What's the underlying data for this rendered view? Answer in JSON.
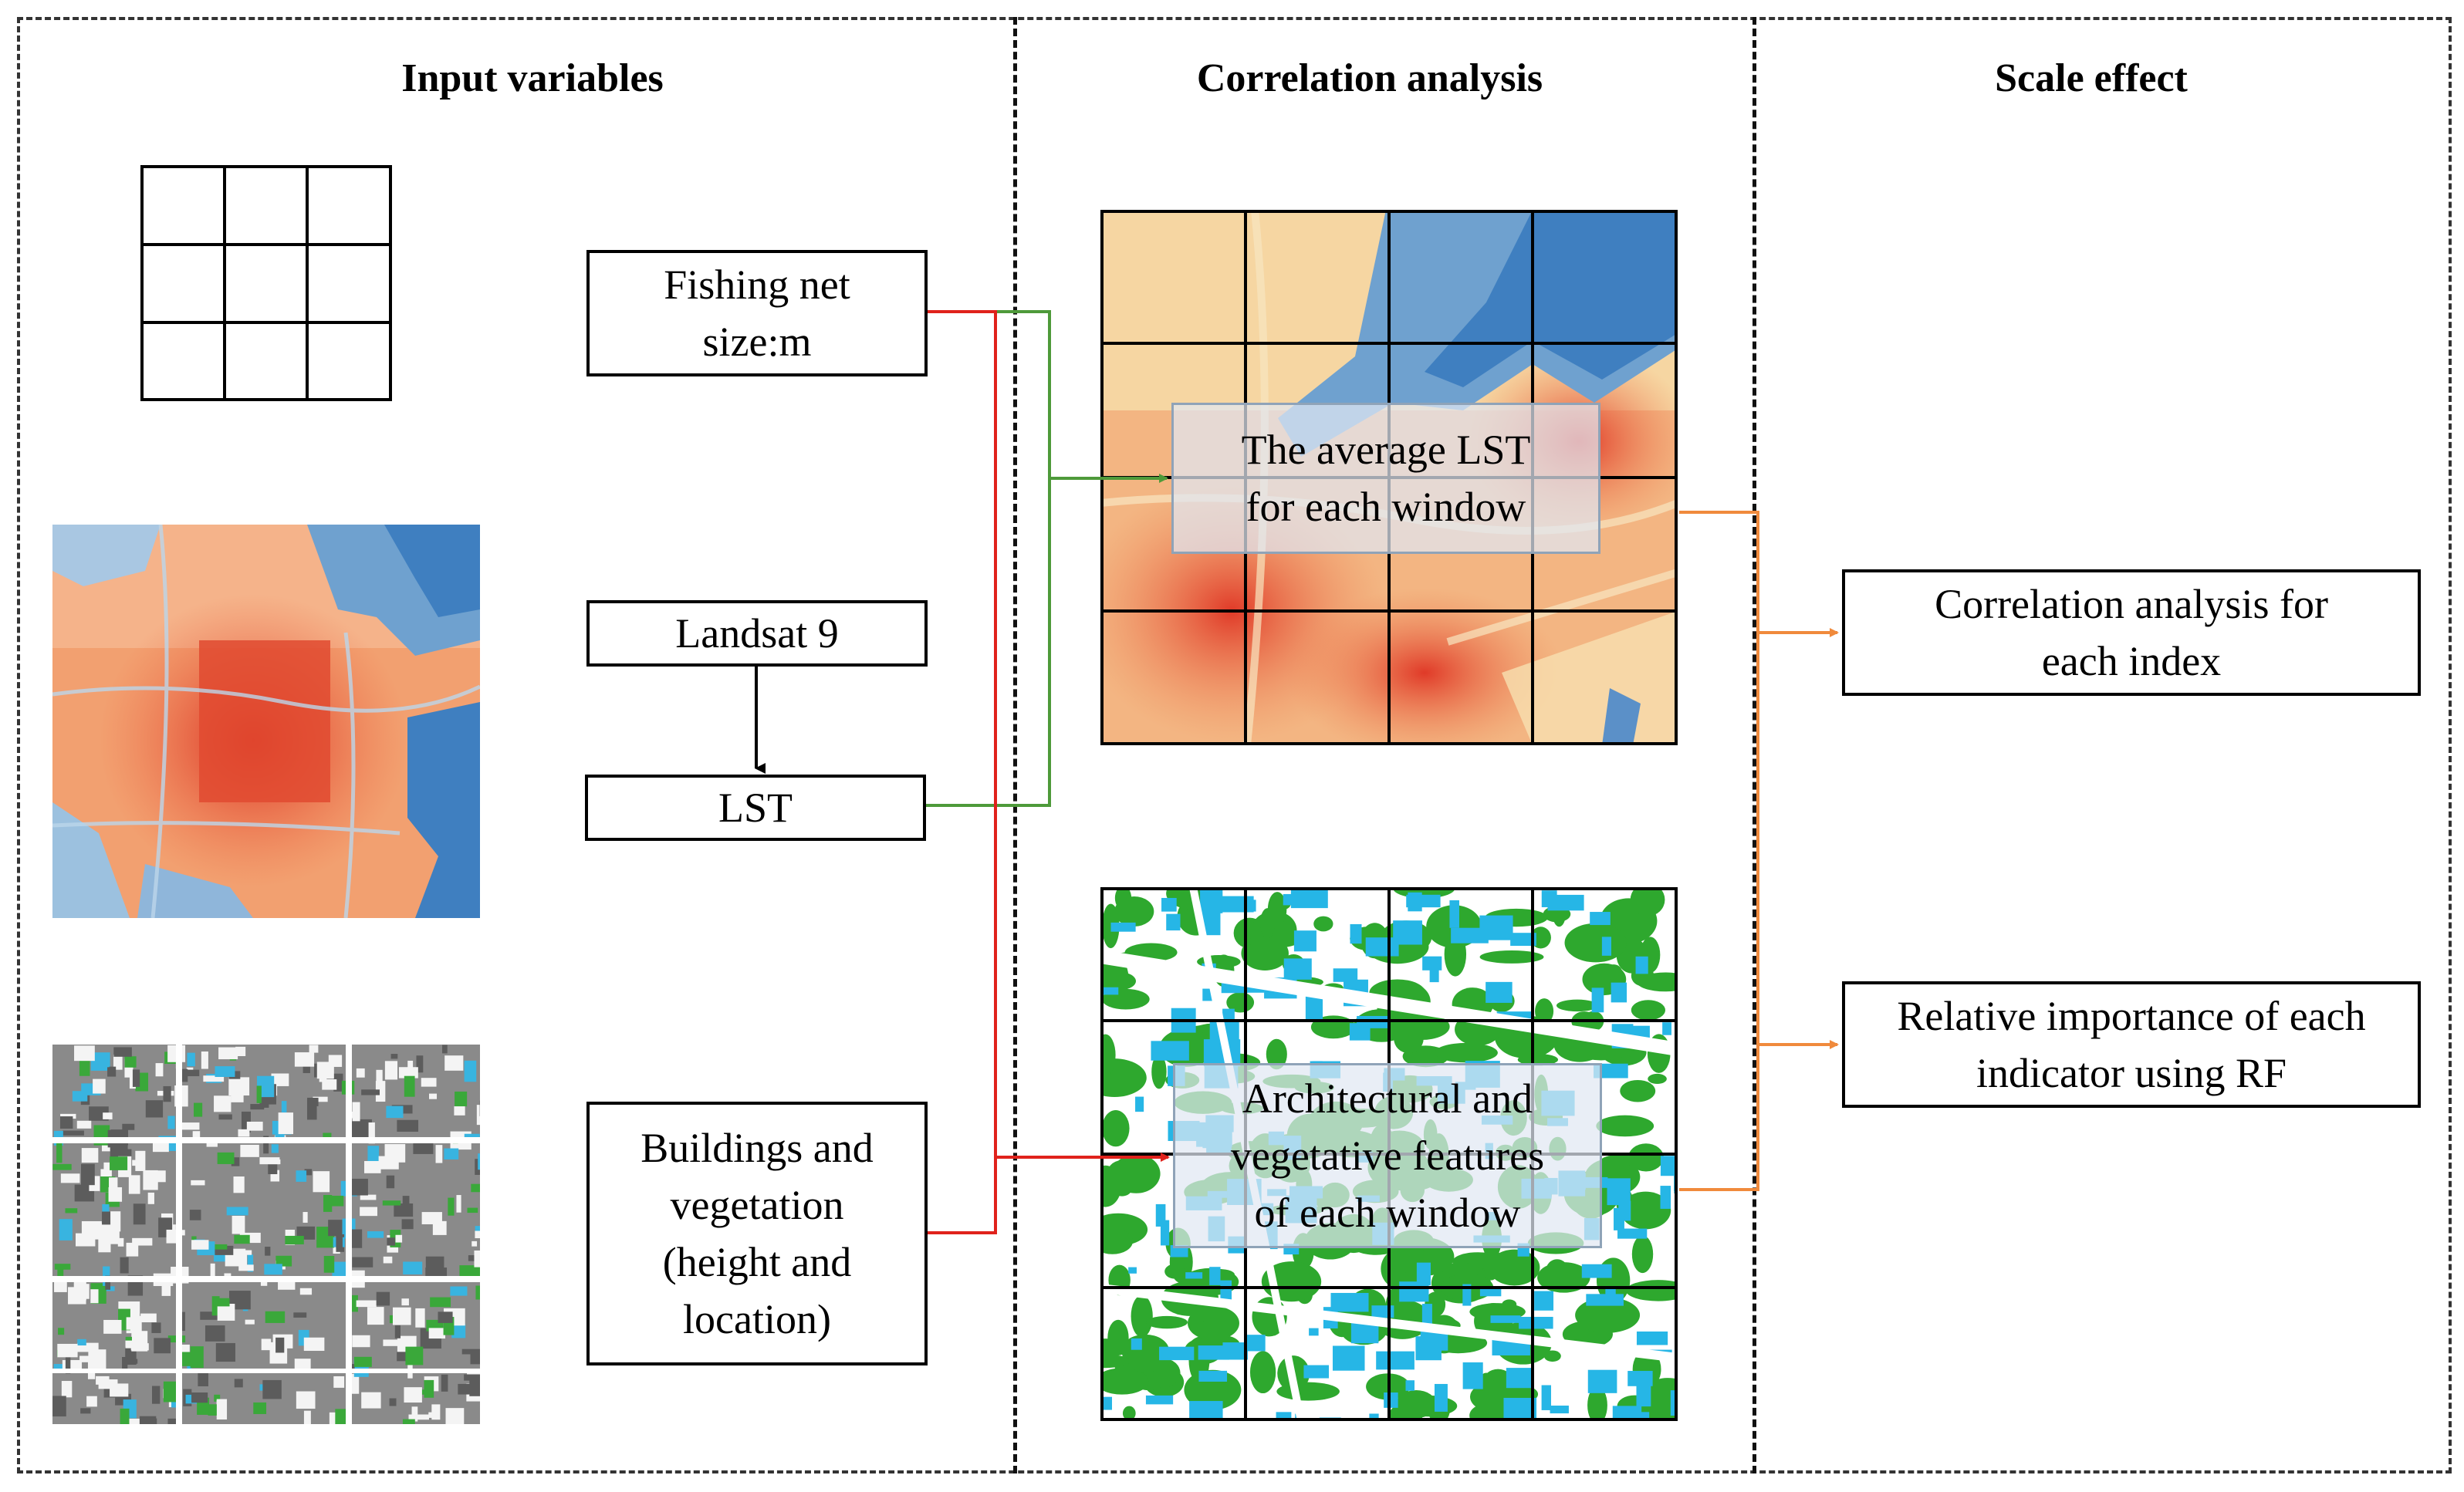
{
  "sections": {
    "input": {
      "title": "Input variables"
    },
    "correlation": {
      "title": "Correlation analysis"
    },
    "scale": {
      "title": "Scale effect"
    }
  },
  "boxes": {
    "fishing_net": "Fishing net\nsize:m",
    "landsat": "Landsat 9",
    "lst": "LST",
    "buildings": "Buildings and\nvegetation\n(height and\nlocation)",
    "avg_lst": "The average LST\nfor each window",
    "arch_veg": "Architectural and\nvegetative features\nof each window",
    "corr_index": "Correlation analysis for\neach index",
    "rel_importance": "Relative importance of each\nindicator using RF"
  },
  "colors": {
    "red_arrow": "#e0221c",
    "green_arrow": "#4e9a3a",
    "orange_arrow": "#f08a3c",
    "black_arrow": "#000000",
    "lst_hot": "#e8412e",
    "lst_warm": "#f6c28a",
    "lst_cool": "#3f7fc0",
    "vegetation": "#2ea82e",
    "building": "#26b6e6"
  },
  "icons": {
    "grid": "fishing-net-grid-icon",
    "lst_map": "lst-heat-map",
    "building_map": "building-vegetation-map"
  }
}
